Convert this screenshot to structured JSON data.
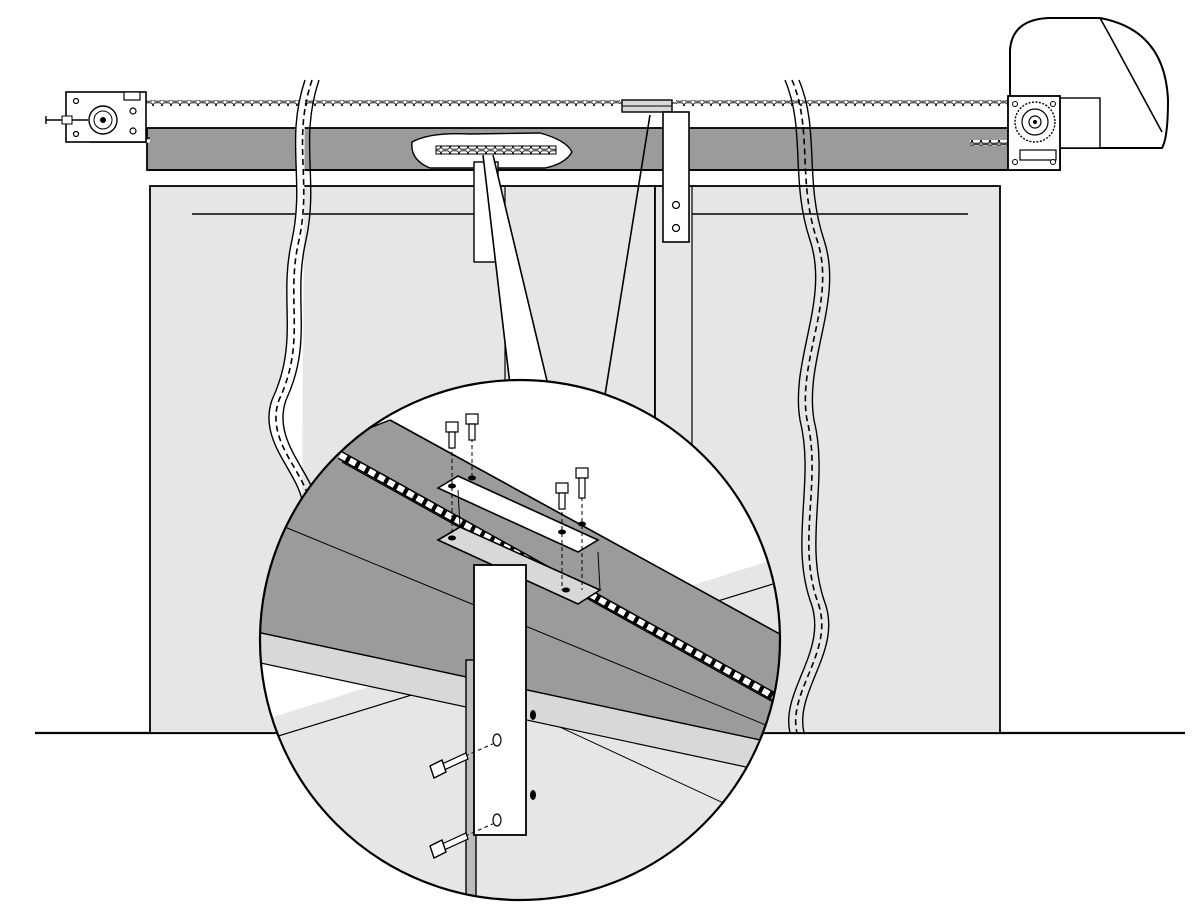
{
  "figure": {
    "description_text": "",
    "colors": {
      "line": "#000000",
      "panel": "#e6e6e6",
      "track": "#9b9b9b",
      "white": "#ffffff",
      "light": "#d8d8d8"
    },
    "parts": [
      "left-idler-bracket",
      "drive-chain",
      "overhead-track",
      "sliding-door-left",
      "sliding-door-right",
      "door-bracket-left",
      "door-bracket-right",
      "motor-housing",
      "break-lines",
      "detail-magnifier",
      "chain-clamp-plates",
      "clamp-bolts",
      "bracket-mount-bolts"
    ]
  }
}
